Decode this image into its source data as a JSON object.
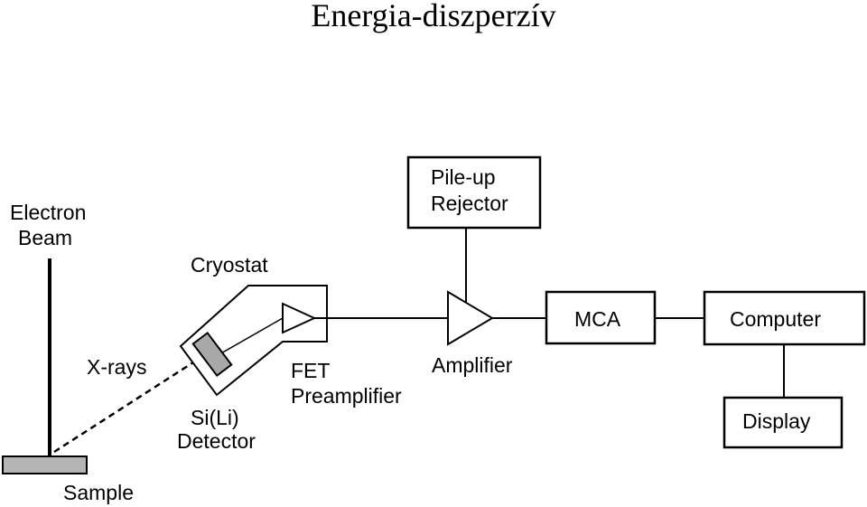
{
  "title": "Energia-diszperzív",
  "labels": {
    "electron_beam": [
      "Electron",
      "Beam"
    ],
    "cryostat": "Cryostat",
    "xrays": "X-rays",
    "sili_detector": [
      "Si(Li)",
      "Detector"
    ],
    "fet_preamp": [
      "FET",
      "Preamplifier"
    ],
    "sample": "Sample",
    "amplifier": "Amplifier"
  },
  "boxes": {
    "pileup": [
      "Pile-up",
      "Rejector"
    ],
    "mca": "MCA",
    "computer": "Computer",
    "display": "Display"
  },
  "colors": {
    "line": "#000000",
    "detector_fill": "#a8a8a8",
    "sample_fill": "#b4b4b4",
    "background": "#ffffff"
  }
}
